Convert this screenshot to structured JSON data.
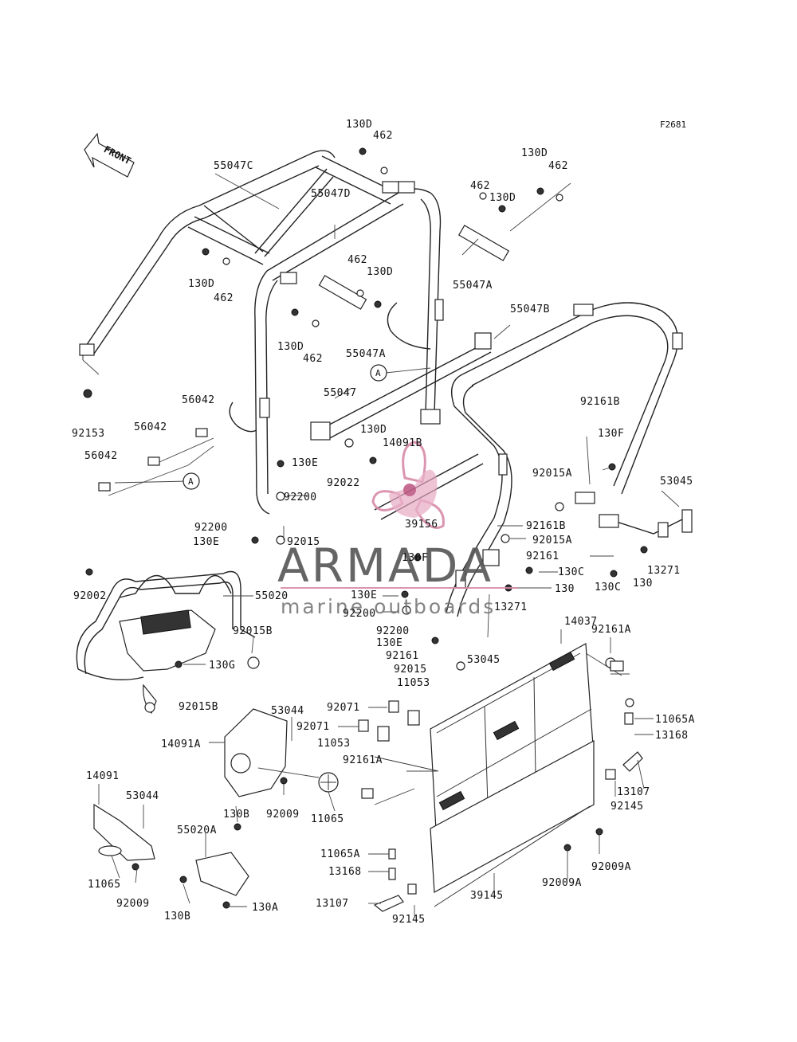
{
  "diagram": {
    "figure_code": "F2681",
    "front_label": "FRONT",
    "callout_letter": "A",
    "labels": [
      "130D",
      "462",
      "130D",
      "462",
      "462",
      "130D",
      "55047C",
      "55047D",
      "462",
      "130D",
      "130D",
      "462",
      "55047A",
      "462",
      "130D",
      "55047A",
      "55047B",
      "92153",
      "56042",
      "56042",
      "56042",
      "55047",
      "130D",
      "14091B",
      "130E",
      "92022",
      "92200",
      "39156",
      "92161B",
      "130F",
      "92015A",
      "53045",
      "92200",
      "130E",
      "92015",
      "92161B",
      "92015A",
      "92161",
      "130F",
      "130C",
      "13271",
      "130C",
      "130",
      "92002",
      "55020",
      "130E",
      "130",
      "92200",
      "13271",
      "92015B",
      "130G",
      "92200",
      "130E",
      "92161",
      "53045",
      "14037",
      "92161A",
      "92015",
      "11053",
      "92015B",
      "53044",
      "92071",
      "11065A",
      "92071",
      "13168",
      "14091A",
      "11053",
      "92161A",
      "13107",
      "92145",
      "14091",
      "53044",
      "92009",
      "11065",
      "130B",
      "55020A",
      "92009A",
      "11065A",
      "92009A",
      "13168",
      "11065",
      "92009",
      "13107",
      "39145",
      "130B",
      "130A",
      "92145"
    ],
    "watermark": {
      "brand": "ARMADA",
      "sub": "marine outboards"
    }
  }
}
